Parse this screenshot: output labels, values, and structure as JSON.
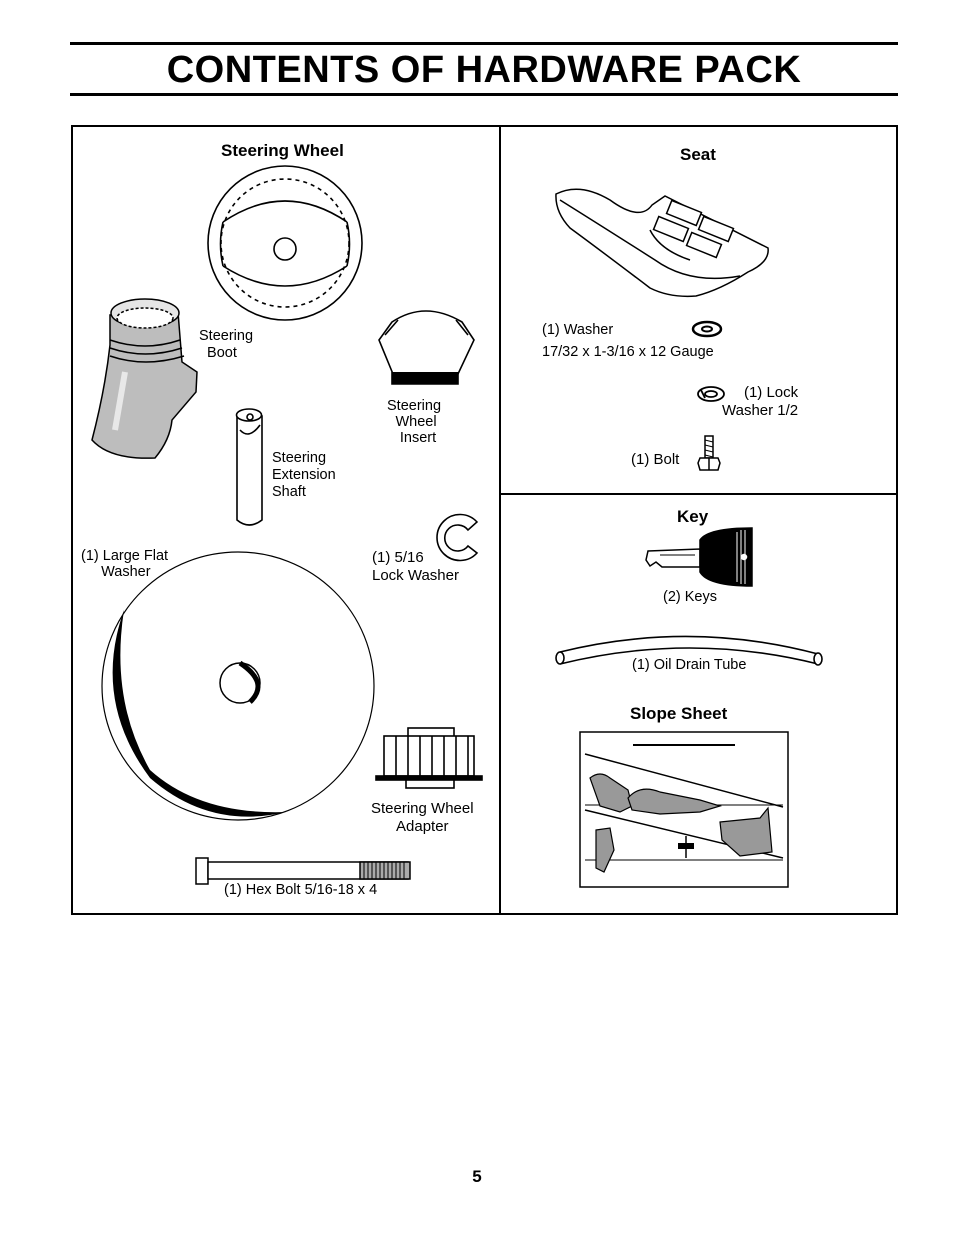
{
  "page": {
    "title": "CONTENTS OF HARDWARE PACK",
    "page_number": "5"
  },
  "steering_panel": {
    "heading": "Steering Wheel",
    "steering_boot": "Steering\n  Boot",
    "steering_wheel_insert": "Steering\n Wheel\n  Insert",
    "steering_extension_shaft": "Steering\nExtension\nShaft",
    "large_flat_washer": "(1) Large Flat\n     Washer",
    "lock_washer_516": "(1) 5/16\nLock Washer",
    "steering_wheel_adapter": "Steering Wheel\nAdapter",
    "hex_bolt": "(1) Hex Bolt 5/16-18 x 4"
  },
  "seat_panel": {
    "heading": "Seat",
    "washer": "(1) Washer",
    "washer_size": "17/32 x 1-3/16 x 12 Gauge",
    "lock_washer_12": "(1) Lock\nWasher 1/2",
    "bolt": "(1) Bolt"
  },
  "key_panel": {
    "heading": "Key",
    "keys": "(2) Keys",
    "oil_drain_tube": "(1) Oil Drain Tube",
    "slope_heading": "Slope Sheet"
  },
  "colors": {
    "ink": "#000000",
    "shade": "#b8b8b8",
    "dark_shade": "#8a8a8a",
    "paper": "#ffffff"
  }
}
